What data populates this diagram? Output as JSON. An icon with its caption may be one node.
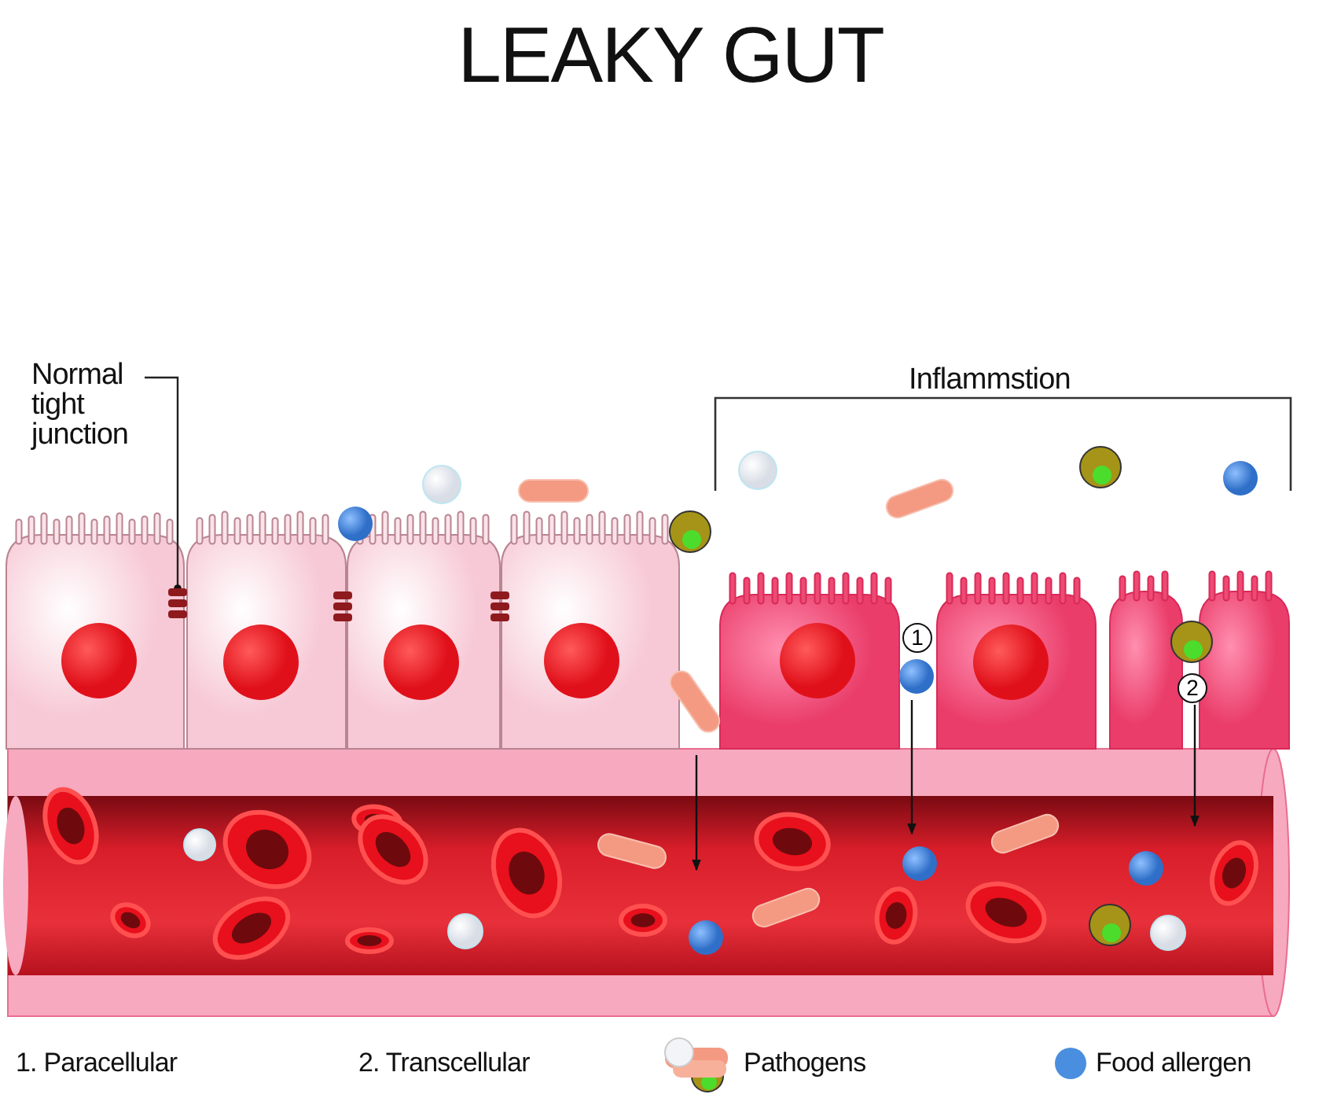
{
  "diagram": {
    "title": "LEAKY GUT",
    "nodes": [
      {
        "text": [
          "Normal tight junction"
        ]
      },
      {
        "text": [],
        "shape": "picture"
      }
    ],
    "edges": [
      {
        "from": 0,
        "to": 1,
        "arrow": "other"
      }
    ],
    "labels": [
      "Inflammstion",
      "1",
      "2",
      "1. Paracellular",
      "2. Transcellular"
    ],
    "legend": [
      {
        "text": "Pathogens"
      },
      {
        "text": "Food allergen",
        "color": "#4a8ee0"
      }
    ]
  }
}
